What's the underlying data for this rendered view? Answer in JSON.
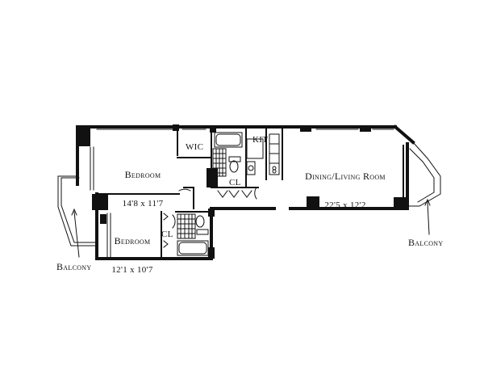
{
  "rooms": {
    "bedroom_main": {
      "name": "Bedroom",
      "dims": "14'8 x 11'7"
    },
    "bedroom_second": {
      "name": "Bedroom",
      "dims": "12'1 x 10'7"
    },
    "dining_living": {
      "name": "Dining/Living Room",
      "dims": "22'5 x 12'2"
    },
    "wic": "WIC",
    "kitchen": "KIT",
    "closet_1": "CL",
    "closet_2": "CL"
  },
  "balconies": {
    "left": "Balcony",
    "right": "Balcony"
  }
}
